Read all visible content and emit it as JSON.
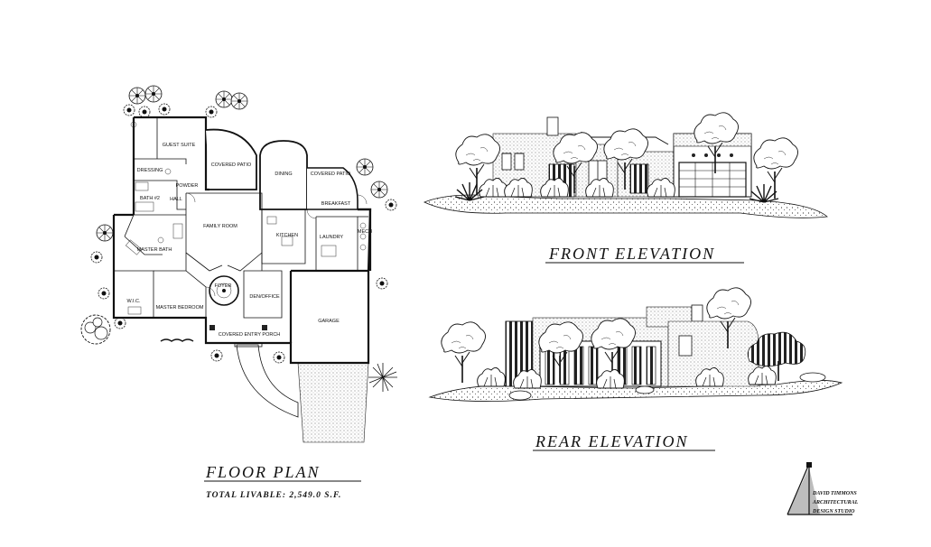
{
  "floor_plan": {
    "title": "FLOOR PLAN",
    "subtitle": "TOTAL LIVABLE: 2,549.0 S.F.",
    "rooms": [
      {
        "id": "guest-suite",
        "label": "GUEST SUITE"
      },
      {
        "id": "covered-patio-upper",
        "label": "COVERED PATIO"
      },
      {
        "id": "dining",
        "label": "DINING"
      },
      {
        "id": "covered-patio-right",
        "label": "COVERED PATIO"
      },
      {
        "id": "dressing",
        "label": "DRESSING"
      },
      {
        "id": "powder",
        "label": "POWDER"
      },
      {
        "id": "breakfast",
        "label": "BREAKFAST"
      },
      {
        "id": "hall",
        "label": "HALL"
      },
      {
        "id": "bath-2",
        "label": "BATH #2"
      },
      {
        "id": "family-room",
        "label": "FAMILY ROOM"
      },
      {
        "id": "kitchen",
        "label": "KITCHEN"
      },
      {
        "id": "laundry",
        "label": "LAUNDRY"
      },
      {
        "id": "mech",
        "label": "MECH"
      },
      {
        "id": "master-bath",
        "label": "MASTER BATH"
      },
      {
        "id": "foyer",
        "label": "FOYER"
      },
      {
        "id": "den-office",
        "label": "DEN/OFFICE"
      },
      {
        "id": "wic",
        "label": "W.I.C."
      },
      {
        "id": "master-bedroom",
        "label": "MASTER BEDROOM"
      },
      {
        "id": "garage",
        "label": "GARAGE"
      },
      {
        "id": "covered-entry-porch",
        "label": "COVERED ENTRY PORCH"
      }
    ]
  },
  "front_elevation": {
    "title": "FRONT ELEVATION"
  },
  "rear_elevation": {
    "title": "REAR ELEVATION"
  },
  "logo": {
    "line1": "DAVID TIMMONS",
    "line2": "ARCHITECTURAL",
    "line3": "DESIGN STUDIO",
    "icon": "triangle-pen-icon"
  }
}
